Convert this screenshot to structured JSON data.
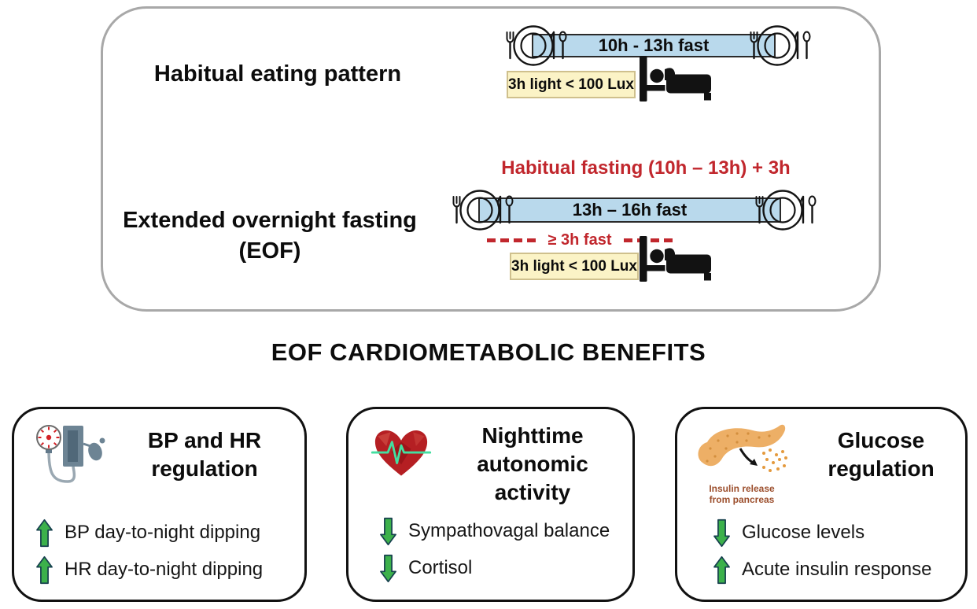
{
  "panel": {
    "habitual": {
      "label": "Habitual eating pattern",
      "bar_label": "10h - 13h fast",
      "light_label": "3h light < 100 Lux"
    },
    "eof": {
      "label_line1": "Extended overnight fasting",
      "label_line2": "(EOF)",
      "annotation": "Habitual fasting (10h – 13h) + 3h",
      "bar_label": "13h – 16h fast",
      "dashed_label": "≥ 3h fast",
      "light_label": "3h light < 100 Lux"
    }
  },
  "section_title": "EOF CARDIOMETABOLIC BENEFITS",
  "cards": [
    {
      "title_lines": [
        "BP and HR",
        "regulation"
      ],
      "icon": "blood-pressure-monitor-icon",
      "items": [
        {
          "direction": "up",
          "text": "BP day-to-night dipping"
        },
        {
          "direction": "up",
          "text": "HR day-to-night dipping"
        }
      ]
    },
    {
      "title_lines": [
        "Nighttime",
        "autonomic",
        "activity"
      ],
      "icon": "heart-ecg-icon",
      "items": [
        {
          "direction": "down",
          "text": "Sympathovagal balance"
        },
        {
          "direction": "down",
          "text": "Cortisol"
        }
      ]
    },
    {
      "title_lines": [
        "Glucose",
        "regulation"
      ],
      "icon": "pancreas-icon",
      "icon_caption_lines": [
        "Insulin release",
        "from pancreas"
      ],
      "items": [
        {
          "direction": "down",
          "text": "Glucose levels"
        },
        {
          "direction": "up",
          "text": "Acute insulin response"
        }
      ]
    }
  ],
  "colors": {
    "bar_fill": "#b9d9ec",
    "bar_border": "#2a2a2a",
    "light_box_fill": "#fbf3c6",
    "light_box_border": "#cfc08d",
    "accent_red": "#c1272d",
    "arrow_green": "#3cb14b",
    "arrow_outline": "#16404e",
    "panel_border": "#a8a8a8",
    "card_border": "#111111",
    "heart_red": "#b51f23",
    "ecg_green": "#43dfa0",
    "pancreas_tan": "#edaf66",
    "caption_brown": "#9c4f2d"
  }
}
